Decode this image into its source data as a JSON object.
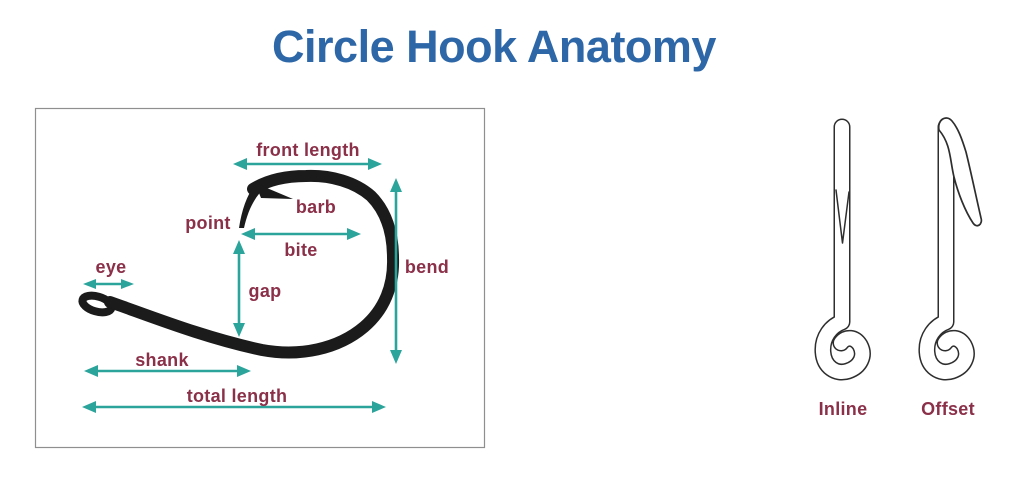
{
  "title": "Circle Hook Anatomy",
  "anatomy_diagram": {
    "labels": {
      "front_length": "front length",
      "barb": "barb",
      "point": "point",
      "bite": "bite",
      "bend": "bend",
      "eye": "eye",
      "gap": "gap",
      "shank": "shank",
      "total_length": "total length"
    }
  },
  "hook_alignment_diagram": {
    "inline_label": "Inline",
    "offset_label": "Offset"
  },
  "colors": {
    "title_blue": "#2d67a8",
    "label_maroon": "#8b3049",
    "arrow_teal": "#2ba49b",
    "hook_black": "#1b1b1b",
    "outline_dark": "#2e2e2e",
    "panel_border_gray": "#8f8f8f"
  }
}
